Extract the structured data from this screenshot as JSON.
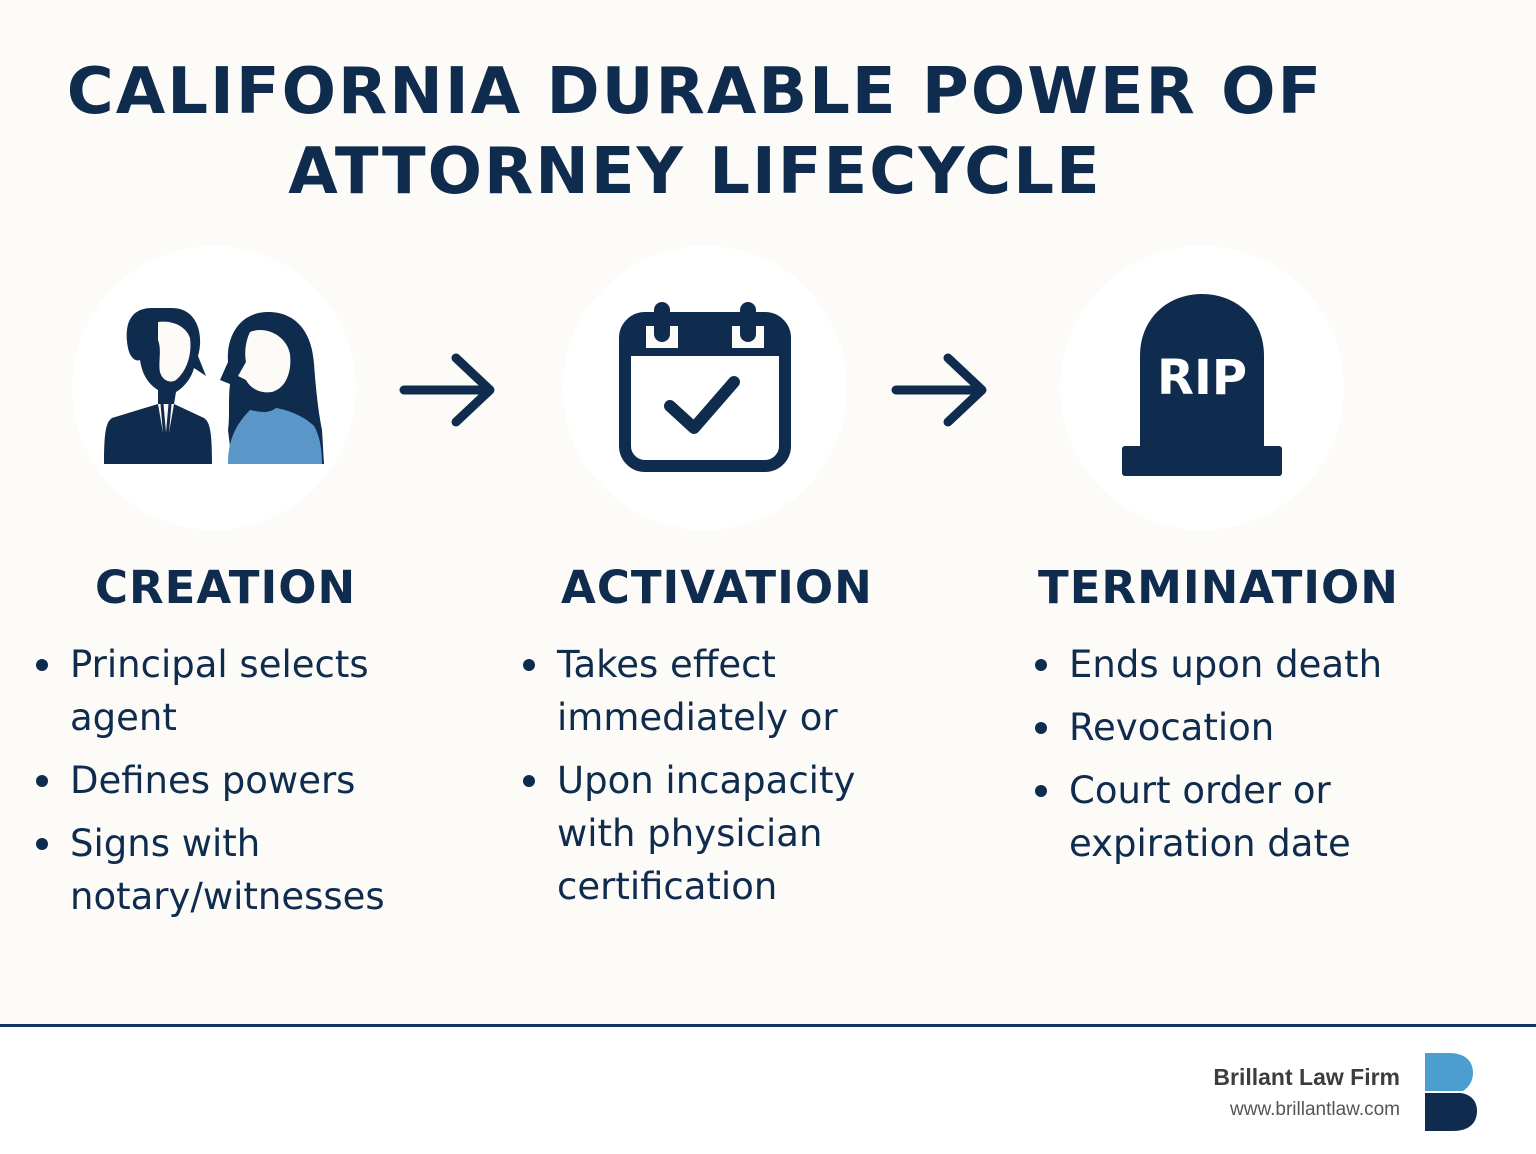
{
  "title": {
    "line1": "CALIFORNIA DURABLE POWER OF",
    "line2": "ATTORNEY LIFECYCLE"
  },
  "stages": [
    {
      "title": "CREATION",
      "icon": "people-icon",
      "bullets": [
        "Principal selects agent",
        "Defines powers",
        "Signs with notary/witnesses"
      ]
    },
    {
      "title": "ACTIVATION",
      "icon": "calendar-check-icon",
      "bullets": [
        "Takes effect immediately or",
        "Upon incapacity with physician certification"
      ]
    },
    {
      "title": "TERMINATION",
      "icon": "tombstone-icon",
      "icon_text": "RIP",
      "bullets": [
        "Ends upon death",
        "Revocation",
        "Court order or expiration date"
      ]
    }
  ],
  "footer": {
    "firm_name": "Brillant Law Firm",
    "url": "www.brillantlaw.com"
  },
  "colors": {
    "navy": "#0f2b4e",
    "accent_blue": "#5b96c8",
    "background": "#fcfbf7"
  }
}
